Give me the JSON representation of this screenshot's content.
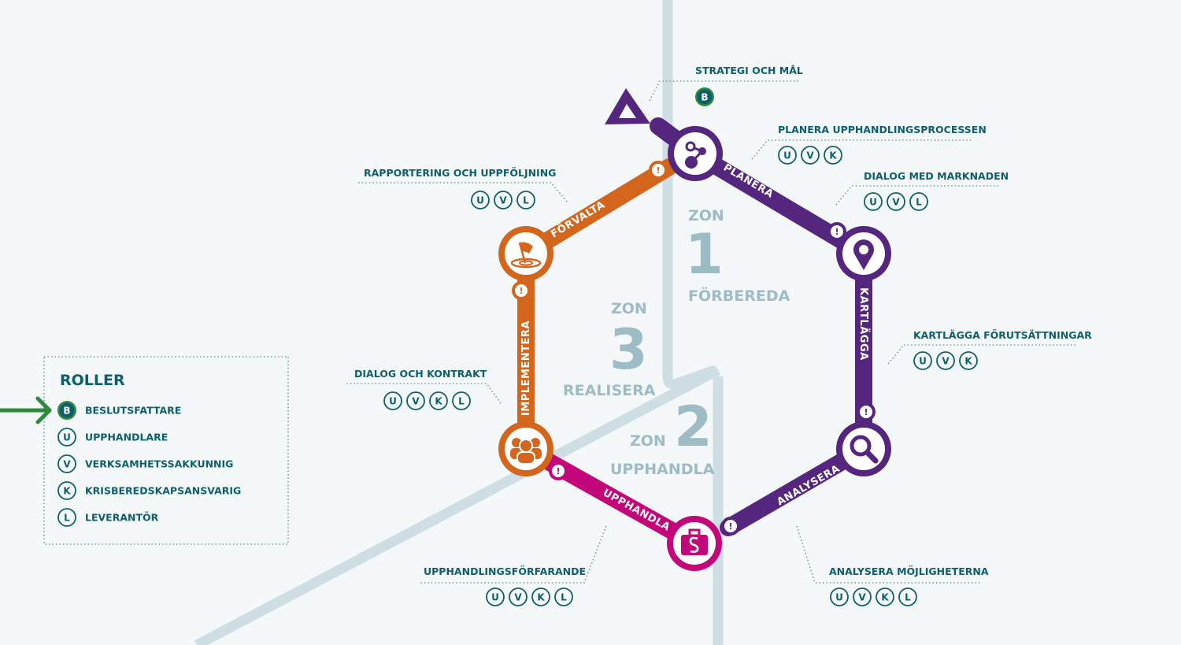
{
  "colors": {
    "purple": "#55267e",
    "orange": "#d3661c",
    "magenta": "#c3067a",
    "teal": "#0d5f6e",
    "green": "#2e8b3c",
    "zone": "#9dbcc6",
    "bgline": "#cfdde4"
  },
  "zones": [
    {
      "prefix": "ZON",
      "number": "1",
      "name": "FÖRBEREDA"
    },
    {
      "prefix": "ZON",
      "number": "2",
      "name": "UPPHANDLA"
    },
    {
      "prefix": "ZON",
      "number": "3",
      "name": "REALISERA"
    }
  ],
  "tracks": {
    "planera": "PLANERA",
    "kartlagga": "KARTLÄGGA",
    "analysera": "ANALYSERA",
    "upphandla": "UPPHANDLA",
    "implementera": "IMPLEMENTERA",
    "forvalta": "FÖRVALTA"
  },
  "steps": [
    {
      "label": "STRATEGI OCH MÅL",
      "roles": [
        "B"
      ]
    },
    {
      "label": "PLANERA UPPHANDLINGSPROCESSEN",
      "roles": [
        "U",
        "V",
        "K"
      ]
    },
    {
      "label": "DIALOG MED MARKNADEN",
      "roles": [
        "U",
        "V",
        "L"
      ]
    },
    {
      "label": "KARTLÄGGA FÖRUTSÄTTNINGAR",
      "roles": [
        "U",
        "V",
        "K"
      ]
    },
    {
      "label": "ANALYSERA MÖJLIGHETERNA",
      "roles": [
        "U",
        "V",
        "K",
        "L"
      ]
    },
    {
      "label": "UPPHANDLINGSFÖRFARANDE",
      "roles": [
        "U",
        "V",
        "K",
        "L"
      ]
    },
    {
      "label": "DIALOG OCH KONTRAKT",
      "roles": [
        "U",
        "V",
        "K",
        "L"
      ]
    },
    {
      "label": "RAPPORTERING OCH UPPFÖLJNING",
      "roles": [
        "U",
        "V",
        "L"
      ]
    }
  ],
  "legend": {
    "title": "ROLLER",
    "items": [
      {
        "letter": "B",
        "label": "BESLUTSFATTARE",
        "highlighted": true
      },
      {
        "letter": "U",
        "label": "UPPHANDLARE"
      },
      {
        "letter": "V",
        "label": "VERKSAMHETSSAKKUNNIG"
      },
      {
        "letter": "K",
        "label": "KRISBEREDSKAPSANSVARIG"
      },
      {
        "letter": "L",
        "label": "LEVERANTÖR"
      }
    ]
  },
  "node_icons": [
    "share-nodes-icon",
    "map-pin-icon",
    "magnifier-icon",
    "briefcase-paragraph-icon",
    "people-group-icon",
    "flag-target-icon"
  ],
  "badge_glyph": "!"
}
